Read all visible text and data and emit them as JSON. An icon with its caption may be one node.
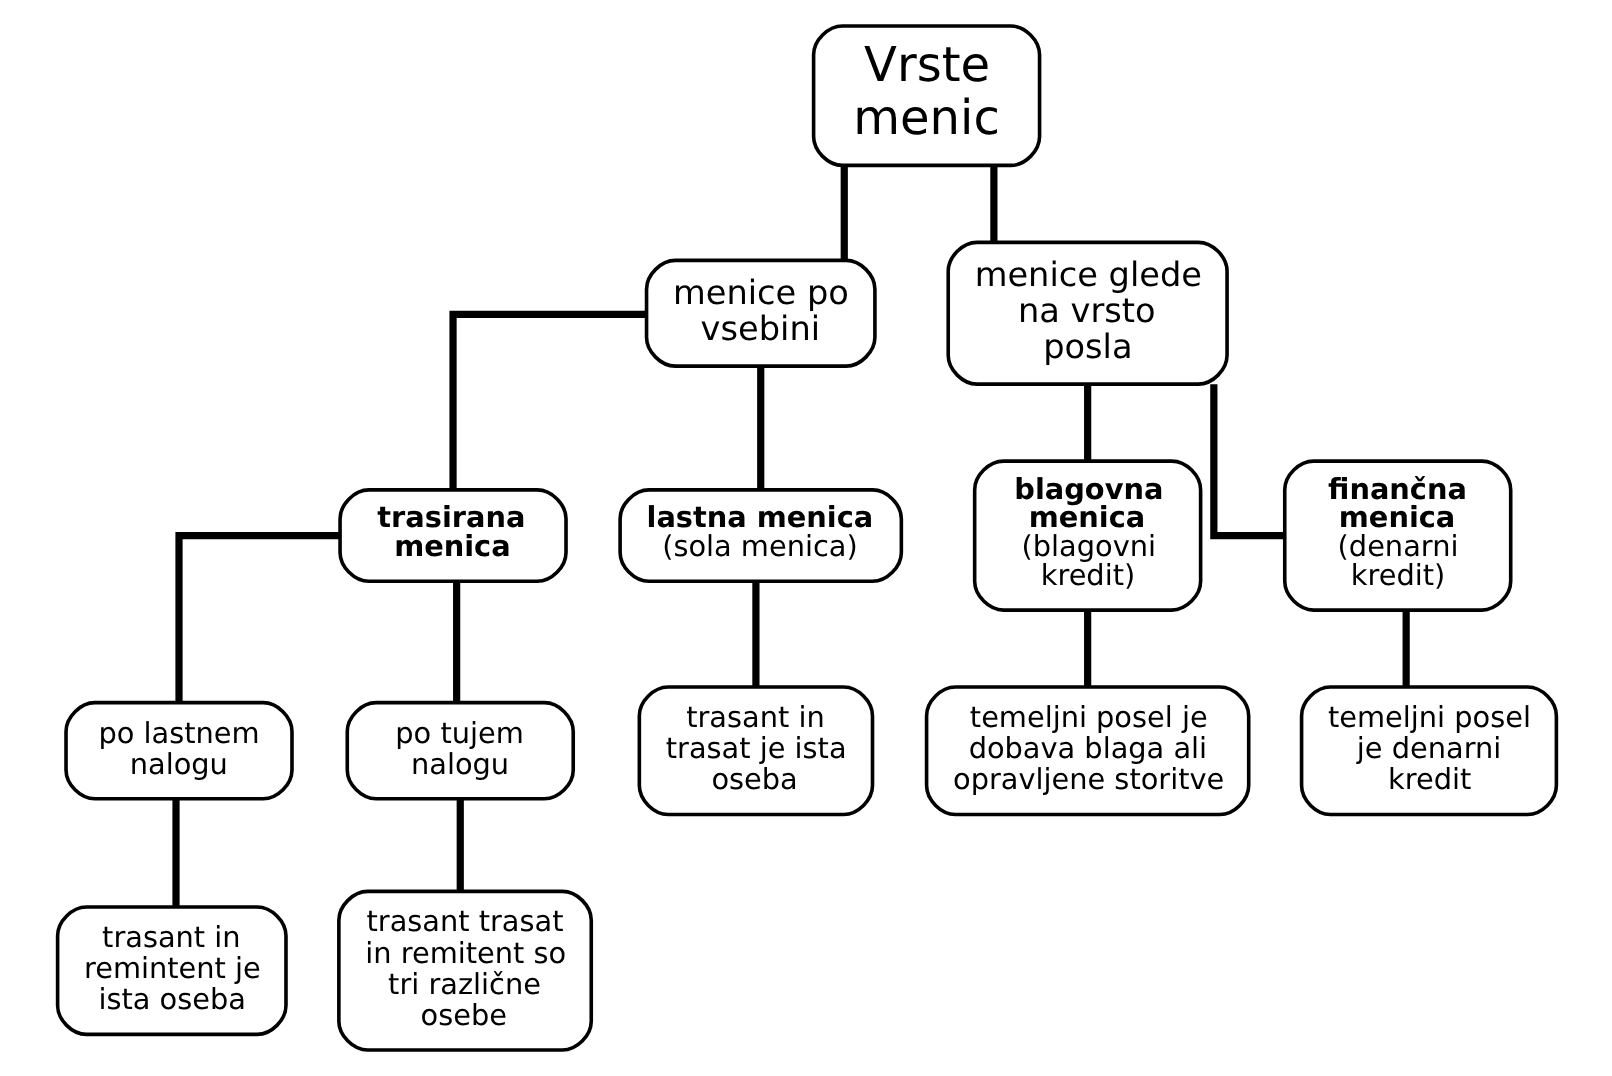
{
  "diagram": {
    "nodes": [
      {
        "text": [
          "Vrste menic"
        ]
      },
      {
        "text": [
          "menice po vsebini"
        ]
      },
      {
        "text": [
          "menice glede na vrsto posla"
        ]
      },
      {
        "text": [
          "trasirana menica"
        ]
      },
      {
        "text": [
          "**lastna menica** (sola menica)"
        ]
      },
      {
        "text": [
          "**blagovna menica** (blagovni kredit)"
        ]
      },
      {
        "text": [
          "**finančna menica** (denarni kredit)"
        ]
      },
      {
        "text": [
          "po lastnem nalogu"
        ]
      },
      {
        "text": [
          "po tujem nalogu"
        ]
      },
      {
        "text": [
          "trasant in remintent je ista oseba"
        ]
      },
      {
        "text": [
          "trasant trasat in remitent so tri različne osebe"
        ]
      },
      {
        "text": [
          "trasant in trasat je ista oseba"
        ]
      },
      {
        "text": [
          "temeljni posel je dobava blaga ali opravljene storitve"
        ]
      },
      {
        "text": [
          "temeljni posel je denarni kredit"
        ]
      }
    ],
    "edges": [
      {
        "from": 0,
        "to": 1,
        "arrow": "none"
      },
      {
        "from": 0,
        "to": 2,
        "arrow": "none"
      },
      {
        "from": 1,
        "to": 3,
        "arrow": "none"
      },
      {
        "from": 1,
        "to": 4,
        "arrow": "none"
      },
      {
        "from": 2,
        "to": 5,
        "arrow": "none"
      },
      {
        "from": 2,
        "to": 6,
        "arrow": "none"
      },
      {
        "from": 3,
        "to": 7,
        "arrow": "none"
      },
      {
        "from": 3,
        "to": 8,
        "arrow": "none"
      },
      {
        "from": 4,
        "to": 11,
        "arrow": "none"
      },
      {
        "from": 5,
        "to": 12,
        "arrow": "none"
      },
      {
        "from": 6,
        "to": 13,
        "arrow": "none"
      },
      {
        "from": 7,
        "to": 9,
        "arrow": "none"
      },
      {
        "from": 8,
        "to": 10,
        "arrow": "none"
      }
    ]
  }
}
